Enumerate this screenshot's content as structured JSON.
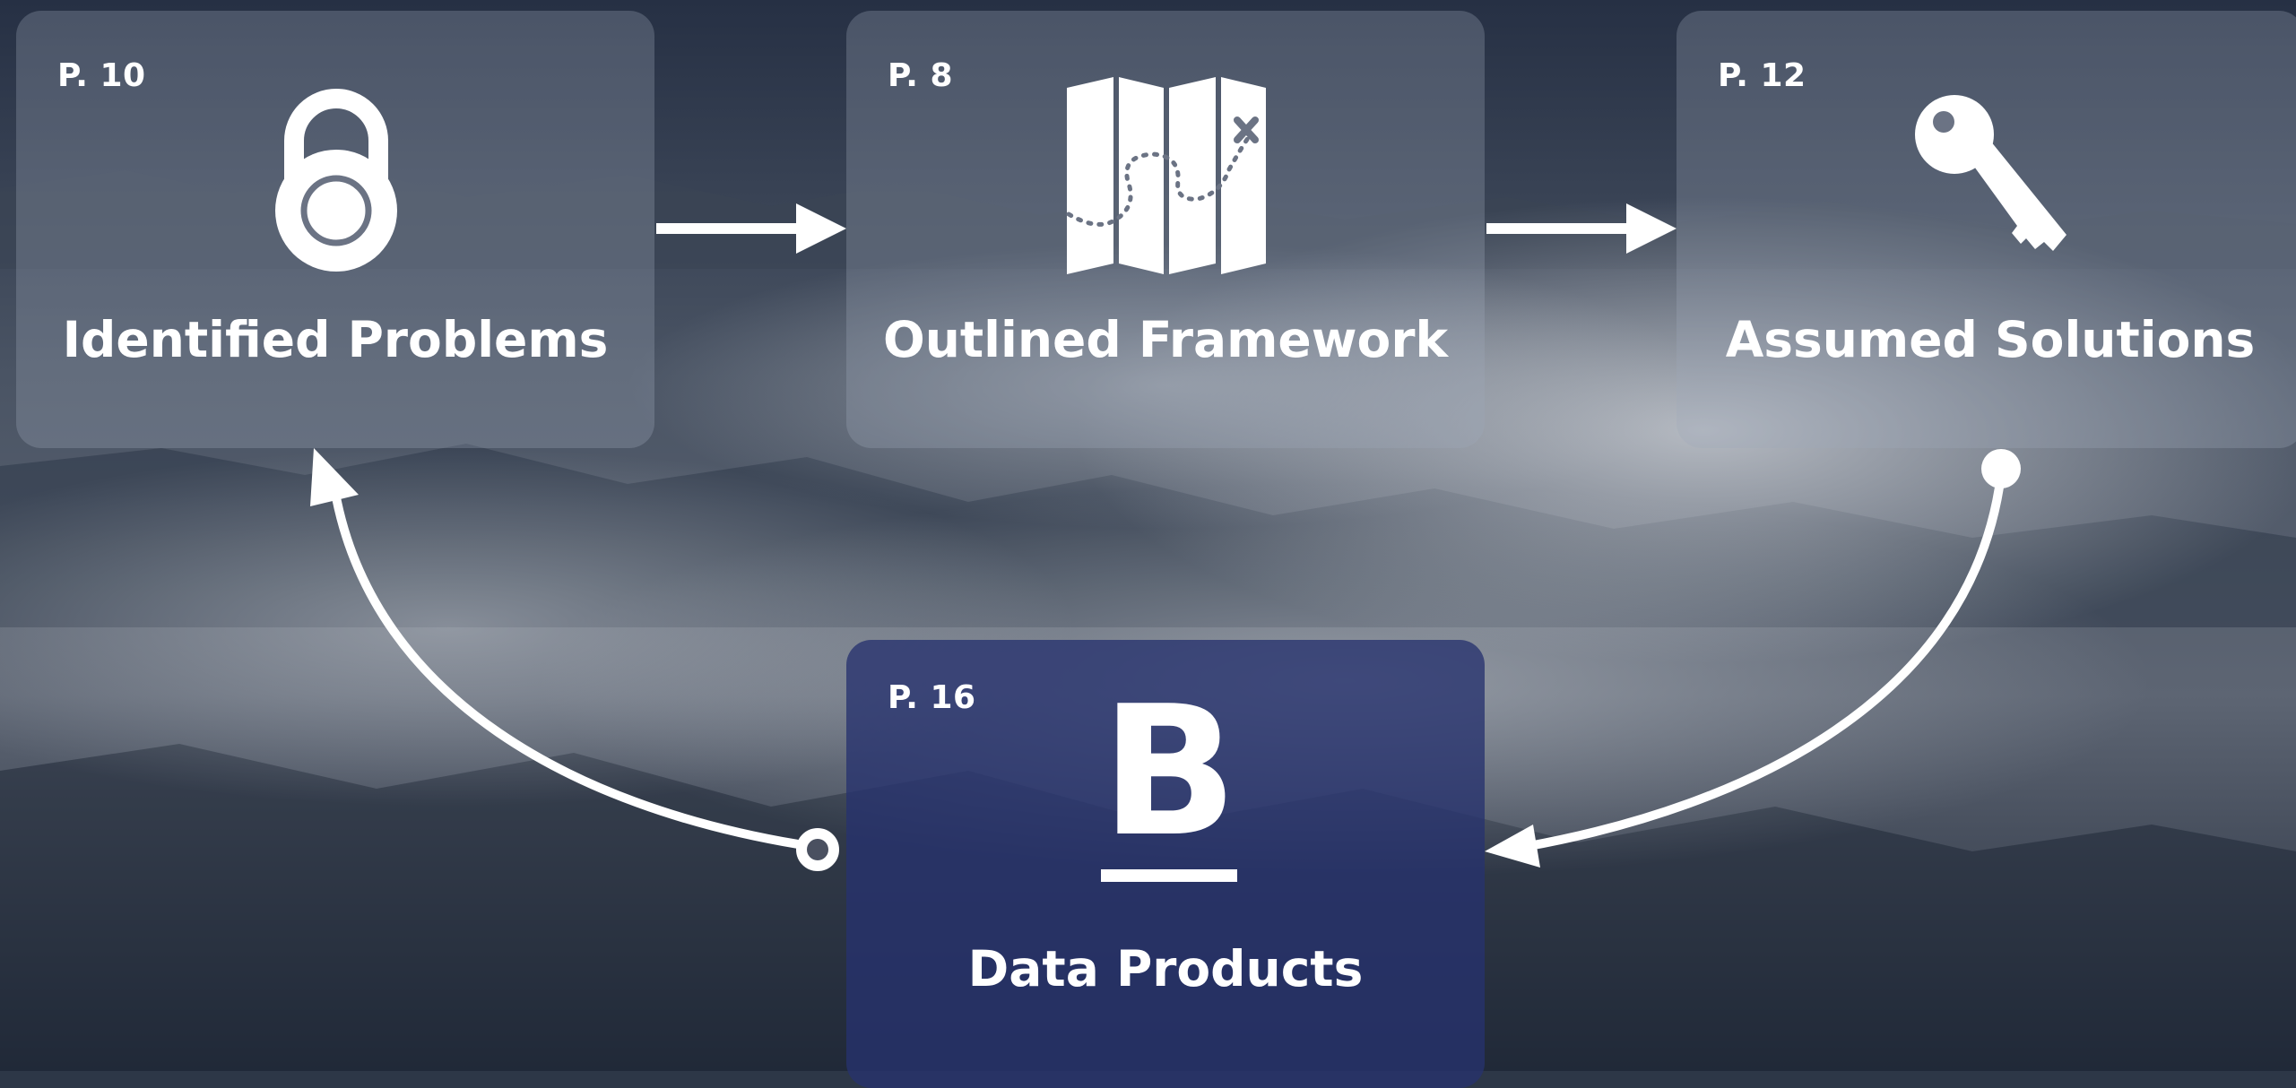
{
  "diagram": {
    "nodes": [
      {
        "id": "identified-problems",
        "page": "P. 10",
        "label": "Identified Problems",
        "icon": "lock-icon"
      },
      {
        "id": "outlined-framework",
        "page": "P. 8",
        "label": "Outlined Framework",
        "icon": "map-icon"
      },
      {
        "id": "assumed-solutions",
        "page": "P. 12",
        "label": "Assumed Solutions",
        "icon": "key-icon"
      },
      {
        "id": "data-products",
        "page": "P. 16",
        "label": "Data Products",
        "icon": "bold-b-icon",
        "icon_text": "B",
        "highlighted": true
      }
    ],
    "edges": [
      {
        "from": "identified-problems",
        "to": "outlined-framework",
        "style": "straight-arrow"
      },
      {
        "from": "outlined-framework",
        "to": "assumed-solutions",
        "style": "straight-arrow"
      },
      {
        "from": "assumed-solutions",
        "to": "data-products",
        "style": "curved-arrow-with-dot-start"
      },
      {
        "from": "data-products",
        "to": "identified-problems",
        "style": "curved-arrow-with-circle-start"
      }
    ]
  },
  "colors": {
    "highlight": "#26326e",
    "arrow": "#ffffff"
  }
}
